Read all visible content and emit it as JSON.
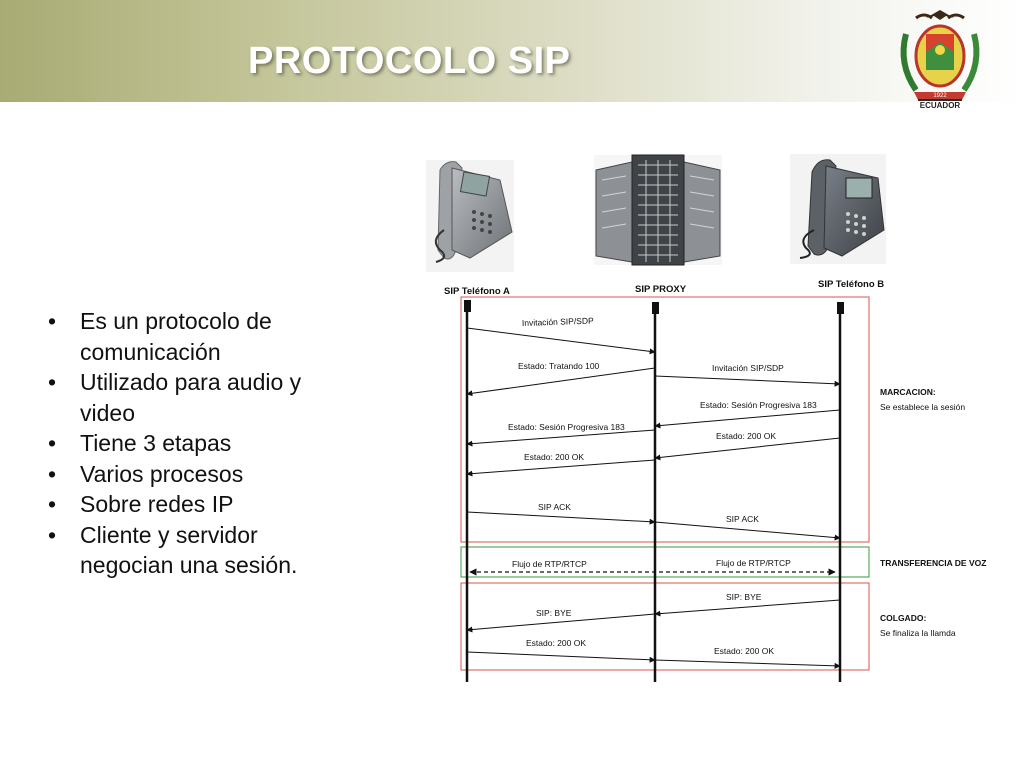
{
  "slide": {
    "title": "PROTOCOLO SIP",
    "logo_text": "ECUADOR",
    "logo_year": "1922"
  },
  "bullets": [
    "Es un protocolo de comunicación",
    "Utilizado para audio y video",
    "Tiene 3 etapas",
    "Varios procesos",
    "Sobre redes IP",
    "Cliente y servidor negocian una sesión."
  ],
  "diagram": {
    "entities": [
      "SIP Teléfono A",
      "SIP PROXY",
      "SIP Teléfono B"
    ],
    "messages": [
      "Invitación SIP/SDP",
      "Estado: Tratando 100",
      "Invitación SIP/SDP",
      "Estado: Sesión Progresiva 183",
      "Estado: Sesión Progresiva 183",
      "Estado: 200 OK",
      "Estado: 200 OK",
      "SIP ACK",
      "SIP ACK",
      "Flujo de RTP/RTCP",
      "Flujo de RTP/RTCP",
      "SIP: BYE",
      "SIP: BYE",
      "Estado: 200 OK",
      "Estado: 200 OK"
    ],
    "phases": [
      {
        "title": "MARCACION:",
        "subtitle": "Se establece la sesión",
        "color": "#d9534f"
      },
      {
        "title": "TRANSFERENCIA DE VOZ",
        "subtitle": "",
        "color": "#3a9a3a"
      },
      {
        "title": "COLGADO:",
        "subtitle": "Se finaliza la llamda",
        "color": "#d9534f"
      }
    ]
  },
  "colors": {
    "header_start": "#a9ab74",
    "header_end": "#ffffff",
    "phase_red": "#d9534f",
    "phase_green": "#3a9a3a"
  },
  "icons": [
    "ip-phone-icon",
    "server-rack-icon",
    "ip-phone-icon",
    "coat-of-arms-logo"
  ]
}
